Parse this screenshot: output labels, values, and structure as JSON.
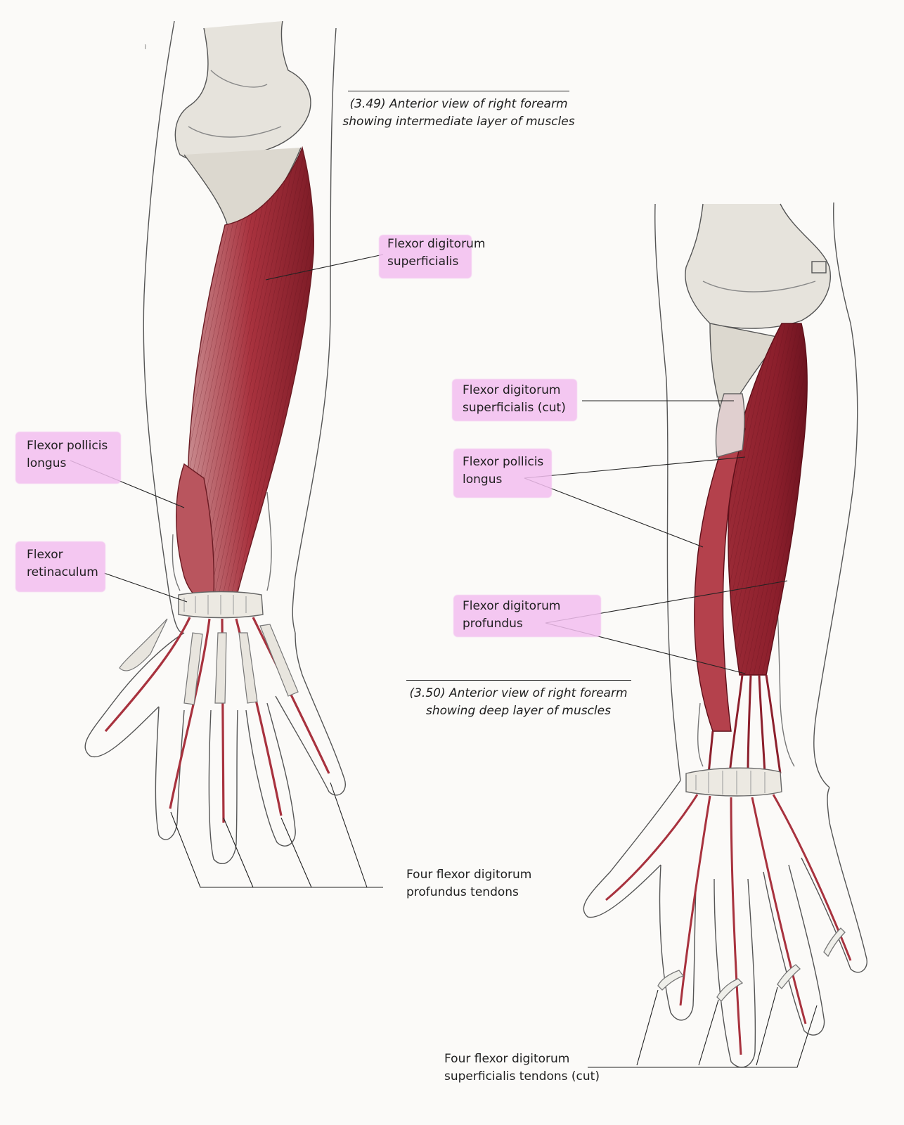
{
  "captions": {
    "fig_349": "(3.49) Anterior view of right forearm\nshowing intermediate layer of muscles",
    "fig_350": "(3.50) Anterior view of right forearm\nshowing deep layer of muscles"
  },
  "labels": {
    "left": {
      "fds": "Flexor digitorum\nsuperficialis",
      "fpl": "Flexor pollicis\nlongus",
      "retinaculum": "Flexor\nretinaculum",
      "fdp_tendons": "Four flexor digitorum\nprofundus tendons"
    },
    "right": {
      "fds_cut": "Flexor digitorum\nsuperficialis (cut)",
      "fpl": "Flexor pollicis\nlongus",
      "fdp": "Flexor digitorum\nprofundus",
      "fds_tendons": "Four flexor digitorum\nsuperficialis tendons (cut)"
    }
  },
  "colors": {
    "muscle": "#a8323e",
    "muscle_dark": "#7e1c27",
    "bone": "#e6e3dc",
    "outline": "#555555",
    "highlight": "#f3bff0"
  }
}
